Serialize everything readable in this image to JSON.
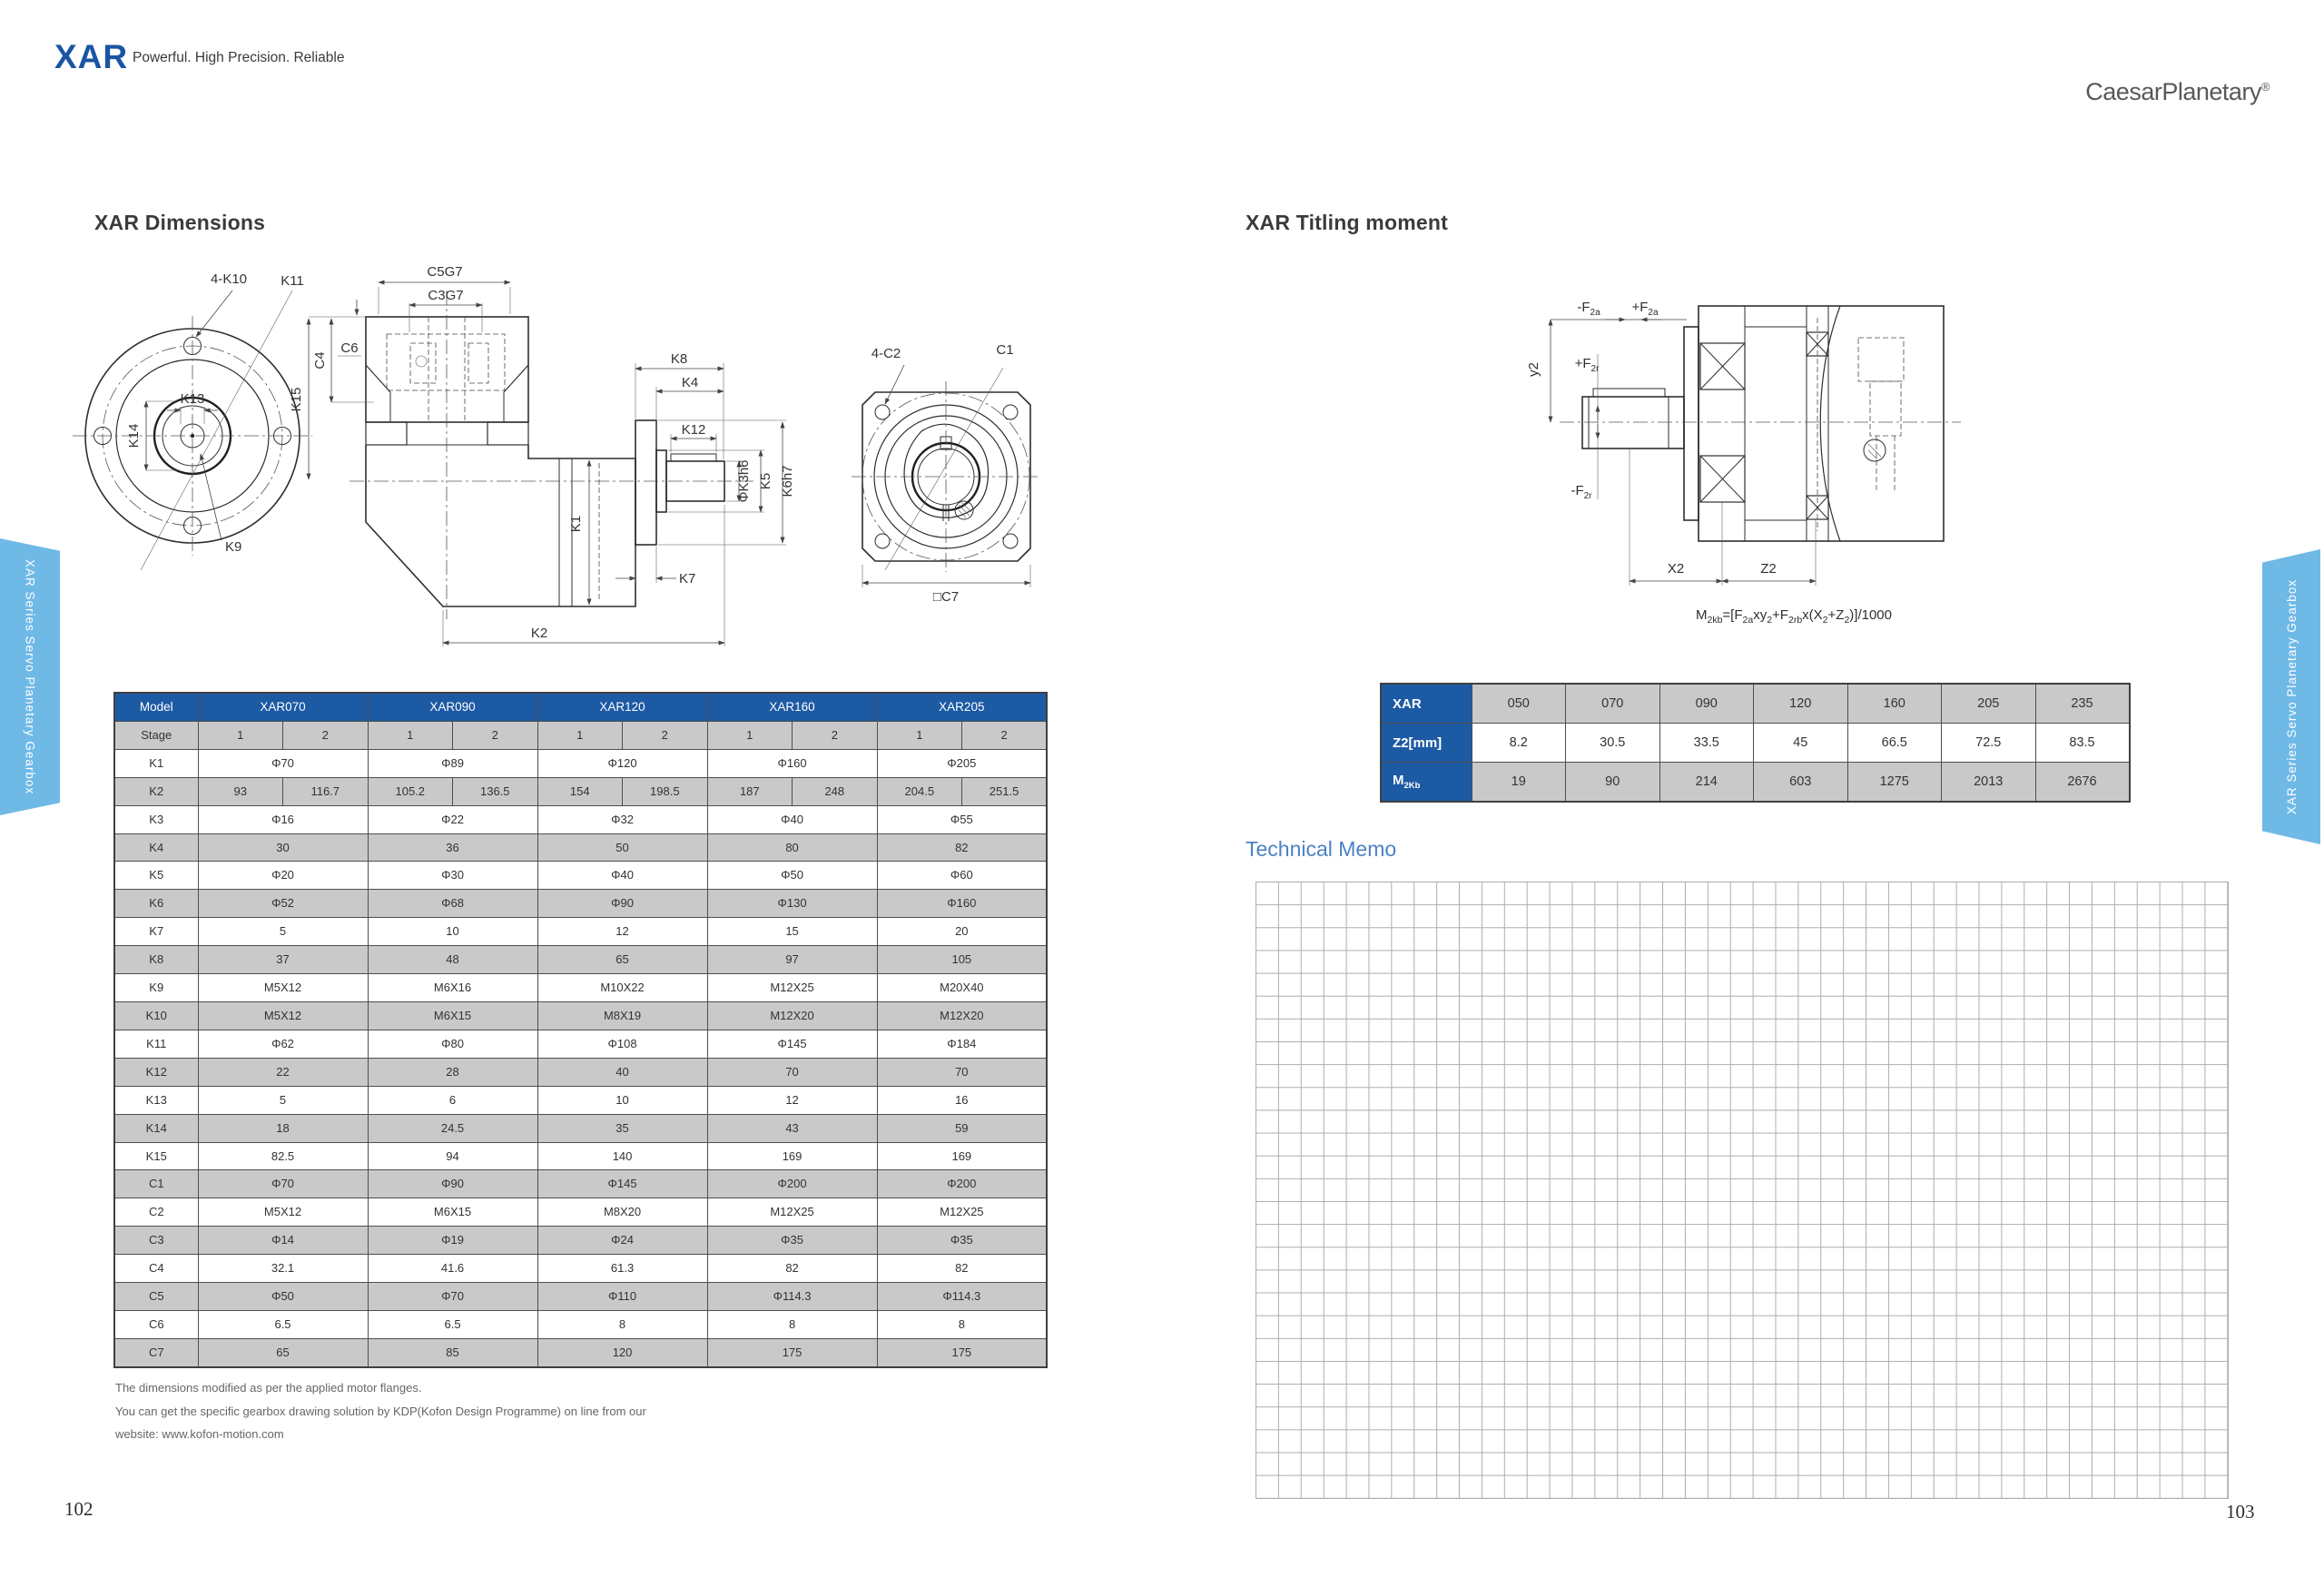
{
  "colors": {
    "accent_blue": "#1d5aa4",
    "tab_blue": "#6fb9e6",
    "memo_blue": "#4b82c4",
    "row_gray": "#c8c9c8"
  },
  "left_page": {
    "logo": "XAR",
    "tagline": "Powerful. High Precision. Reliable",
    "heading": "XAR Dimensions",
    "tab_label": "XAR Series Servo Planetary Gearbox",
    "page_number": "102",
    "notes": {
      "line1": "The dimensions modified as per the applied motor flanges.",
      "line2": "You can get the specific gearbox drawing solution by KDP(Kofon Design Programme) on line from our",
      "line3": "website: www.kofon-motion.com"
    },
    "front_view": {
      "bolt_holes": "4-K10",
      "k11": "K11",
      "k13": "K13",
      "k14": "K14",
      "k9": "K9"
    },
    "side_view": {
      "c5g7": "C5G7",
      "c3g7": "C3G7",
      "c6": "C6",
      "c4": "C4",
      "k15": "K15",
      "k1": "K1",
      "k8": "K8",
      "k4": "K4",
      "k12": "K12",
      "k3": "ΦK3h6",
      "k5": "K5",
      "k6": "K6h7",
      "k7": "K7",
      "k2": "K2"
    },
    "square_view": {
      "holes": "4-C2",
      "c1": "C1",
      "c7": "□C7"
    },
    "table": {
      "corner_label": "Model",
      "stage_label": "Stage",
      "models": [
        "XAR070",
        "XAR090",
        "XAR120",
        "XAR160",
        "XAR205"
      ],
      "stages": [
        "1",
        "2"
      ],
      "rows": [
        {
          "label": "K1",
          "values": [
            "Φ70",
            "Φ89",
            "Φ120",
            "Φ160",
            "Φ205"
          ]
        },
        {
          "label": "K2",
          "split": true,
          "values": [
            [
              "93",
              "116.7"
            ],
            [
              "105.2",
              "136.5"
            ],
            [
              "154",
              "198.5"
            ],
            [
              "187",
              "248"
            ],
            [
              "204.5",
              "251.5"
            ]
          ]
        },
        {
          "label": "K3",
          "values": [
            "Φ16",
            "Φ22",
            "Φ32",
            "Φ40",
            "Φ55"
          ]
        },
        {
          "label": "K4",
          "values": [
            "30",
            "36",
            "50",
            "80",
            "82"
          ]
        },
        {
          "label": "K5",
          "values": [
            "Φ20",
            "Φ30",
            "Φ40",
            "Φ50",
            "Φ60"
          ]
        },
        {
          "label": "K6",
          "values": [
            "Φ52",
            "Φ68",
            "Φ90",
            "Φ130",
            "Φ160"
          ]
        },
        {
          "label": "K7",
          "values": [
            "5",
            "10",
            "12",
            "15",
            "20"
          ]
        },
        {
          "label": "K8",
          "values": [
            "37",
            "48",
            "65",
            "97",
            "105"
          ]
        },
        {
          "label": "K9",
          "values": [
            "M5X12",
            "M6X16",
            "M10X22",
            "M12X25",
            "M20X40"
          ]
        },
        {
          "label": "K10",
          "values": [
            "M5X12",
            "M6X15",
            "M8X19",
            "M12X20",
            "M12X20"
          ]
        },
        {
          "label": "K11",
          "values": [
            "Φ62",
            "Φ80",
            "Φ108",
            "Φ145",
            "Φ184"
          ]
        },
        {
          "label": "K12",
          "values": [
            "22",
            "28",
            "40",
            "70",
            "70"
          ]
        },
        {
          "label": "K13",
          "values": [
            "5",
            "6",
            "10",
            "12",
            "16"
          ]
        },
        {
          "label": "K14",
          "values": [
            "18",
            "24.5",
            "35",
            "43",
            "59"
          ]
        },
        {
          "label": "K15",
          "values": [
            "82.5",
            "94",
            "140",
            "169",
            "169"
          ]
        },
        {
          "label": "C1",
          "values": [
            "Φ70",
            "Φ90",
            "Φ145",
            "Φ200",
            "Φ200"
          ]
        },
        {
          "label": "C2",
          "values": [
            "M5X12",
            "M6X15",
            "M8X20",
            "M12X25",
            "M12X25"
          ]
        },
        {
          "label": "C3",
          "values": [
            "Φ14",
            "Φ19",
            "Φ24",
            "Φ35",
            "Φ35"
          ]
        },
        {
          "label": "C4",
          "values": [
            "32.1",
            "41.6",
            "61.3",
            "82",
            "82"
          ]
        },
        {
          "label": "C5",
          "values": [
            "Φ50",
            "Φ70",
            "Φ110",
            "Φ114.3",
            "Φ114.3"
          ]
        },
        {
          "label": "C6",
          "values": [
            "6.5",
            "6.5",
            "8",
            "8",
            "8"
          ]
        },
        {
          "label": "C7",
          "values": [
            "65",
            "85",
            "120",
            "175",
            "175"
          ]
        }
      ]
    }
  },
  "right_page": {
    "brand": "CaesarPlanetary",
    "brand_reg": "®",
    "heading": "XAR Titling moment",
    "memo_heading": "Technical Memo",
    "tab_label": "XAR Series Servo Planetary Gearbox",
    "page_number": "103",
    "tilt_view": {
      "f2a_neg": "-F",
      "f2a_neg_sub": "2a",
      "f2a_pos": "+F",
      "f2a_pos_sub": "2a",
      "f2r_pos": "+F",
      "f2r_pos_sub": "2r",
      "f2r_neg": "-F",
      "f2r_neg_sub": "2r",
      "y2": "y2",
      "x2": "X2",
      "z2": "Z2"
    },
    "formula": {
      "p1": "M",
      "s1": "2kb",
      "p2": "=[F",
      "s2": "2a",
      "p3": "xy",
      "s3": "2",
      "p4": "+F",
      "s4": "2rb",
      "p5": "x(X",
      "s5": "2",
      "p6": "+Z",
      "s6": "2",
      "p7": ")]/1000"
    },
    "tilt_table": {
      "row1_label": "XAR",
      "row2_label": "Z2[mm]",
      "row3_label_main": "M",
      "row3_label_sub": "2Kb",
      "sizes": [
        "050",
        "070",
        "090",
        "120",
        "160",
        "205",
        "235"
      ],
      "z2": [
        "8.2",
        "30.5",
        "33.5",
        "45",
        "66.5",
        "72.5",
        "83.5"
      ],
      "m2kb": [
        "19",
        "90",
        "214",
        "603",
        "1275",
        "2013",
        "2676"
      ]
    }
  }
}
